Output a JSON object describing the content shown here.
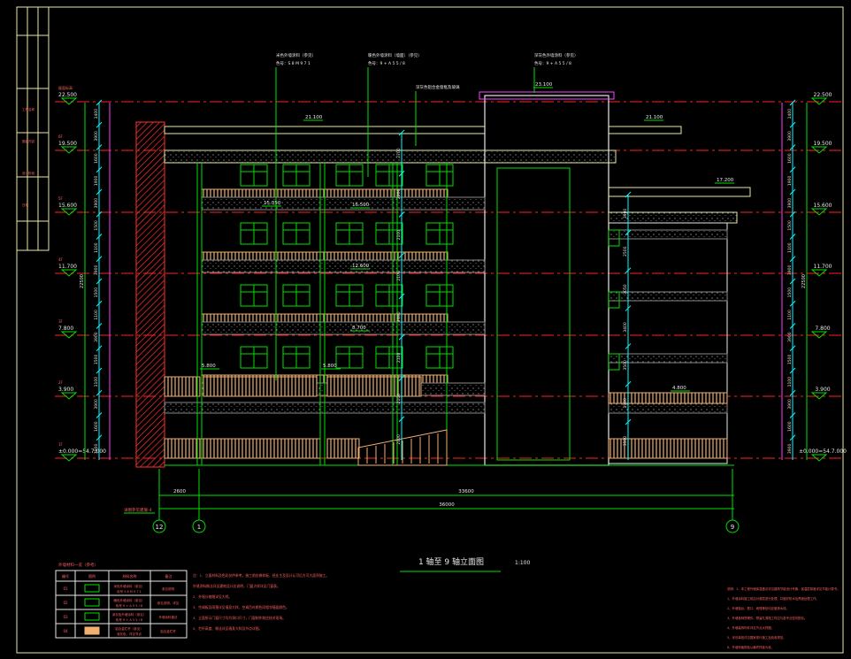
{
  "colors": {
    "background": "#000000",
    "border": "#e8e8a8",
    "wall": "#00e000",
    "level_line": "#ff2222",
    "dim": "#00ffff",
    "bay_line": "#ff4040",
    "magenta": "#ff40ff",
    "railing": "#f0b070",
    "facade": "#ffffff",
    "level_text": "#e8e8e8",
    "note_text": "#ff6060",
    "hatch": "#ff3030"
  },
  "levels": [
    {
      "label": "22.500",
      "tag": "屋面标高"
    },
    {
      "label": "19.500",
      "tag": "6F"
    },
    {
      "label": "15.600",
      "tag": "5F"
    },
    {
      "label": "11.700",
      "tag": "4F"
    },
    {
      "label": "7.800",
      "tag": "3F"
    },
    {
      "label": "3.900",
      "tag": "2F"
    },
    {
      "label": "±0.000=54.7.000",
      "tag": "1F"
    }
  ],
  "right_levels": [
    {
      "label": "22.500"
    },
    {
      "label": "19.500"
    },
    {
      "label": "15.600"
    },
    {
      "label": "11.700"
    },
    {
      "label": "7.800"
    },
    {
      "label": "3.900"
    },
    {
      "label": "±0.000=54.7.000"
    }
  ],
  "left_total": "22500",
  "right_total": "22500",
  "left_dims": [
    "1400",
    "3900",
    "1600",
    "1900",
    "3900",
    "1500",
    "1100",
    "3900",
    "1500",
    "1100",
    "3900",
    "1500",
    "1100",
    "3900",
    "1600",
    "3900"
  ],
  "right_dims": [
    "1400",
    "3900",
    "1600",
    "1900",
    "3900",
    "1500",
    "1100",
    "3900",
    "1500",
    "1100",
    "3900",
    "1500",
    "1100",
    "3900",
    "1600",
    "3900"
  ],
  "inner_dims": [
    "2700",
    "2200",
    "2100",
    "2100",
    "2100",
    "2100",
    "2100",
    "2100"
  ],
  "inner_dims_right": [
    "3900",
    "2500",
    "3050",
    "3400",
    "3500",
    "1900",
    "3500"
  ],
  "elevations": [
    {
      "label": "23.100"
    },
    {
      "label": "21.100"
    },
    {
      "label": "21.100"
    },
    {
      "label": "17.200"
    },
    {
      "label": "15.350"
    },
    {
      "label": "16.500"
    },
    {
      "label": "12.600"
    },
    {
      "label": "8.700"
    },
    {
      "label": "5.800"
    },
    {
      "label": "5.800"
    },
    {
      "label": "4.800"
    }
  ],
  "callouts": [
    {
      "line1": "米色外墙涂料（参见）",
      "line2": "色号：S 8 M 9 7 1"
    },
    {
      "line1": "暖色外墙涂料（墙面）（参见）",
      "line2": "色号：9 + A 5 5 / 8"
    },
    {
      "line1": "深灰色外墙涂料（参见）",
      "line2": "色号：9 + A 5 5 / 8"
    },
    {
      "line1": "深灰色铝合金窗框及玻璃"
    }
  ],
  "bottom_dims": [
    {
      "label": "2600"
    },
    {
      "label": "33600"
    },
    {
      "label": "36000"
    }
  ],
  "axes": [
    {
      "label": "12"
    },
    {
      "label": "1"
    },
    {
      "label": "9"
    }
  ],
  "axis_note": "详图参见建施-4",
  "drawing_title": "1 轴至 9 轴立面图",
  "scale": "1:100",
  "legend": {
    "title": "外墙材料一览（参考）",
    "headers": [
      "编号",
      "图例",
      "材料名称",
      "备注"
    ],
    "rows": [
      {
        "id": "01",
        "name": "米色外墙涂料（参见）",
        "sub": "色号 S 8 M 9 7 1",
        "note": "参见说明"
      },
      {
        "id": "02",
        "name": "暖色外墙涂料（参见）",
        "sub": "色号 9 + A 5 5 / 8",
        "note": "参见说明，详见"
      },
      {
        "id": "03",
        "name": "深灰色外墙涂料（参见）",
        "sub": "色号 9 + A 5 5 / 8",
        "note": "外墙涂料做法"
      },
      {
        "id": "04",
        "name": "铝合金栏杆（参见）",
        "sub": "深灰色，详见节点",
        "note": "铝合金栏杆"
      }
    ]
  },
  "notes_left": [
    "注：1、立面材料及色彩仅供参考，施工前应做样板，经业主及设计认可后方可大面积施工。",
    "    外墙涂料做法详见建筑设计总说明，门窗大样详见门窗表。",
    "    2、外墙分格缝详见大样。",
    "    3、空调板及雨篷详见墙身大样，空调百叶颜色同相邻墙面颜色。",
    "    4、立面所示门窗尺寸均为洞口尺寸，门窗制作前应核对现场。",
    "    5、栏杆高度、做法详见墙身大样及节点详图。"
  ],
  "notes_right": [
    "说明：1、本工程外墙保温做法详见建筑节能设计专篇，保温层厚度详见节能计算书。",
    "    1、外墙涂料施工前应对基层进行处理，并做好防水及界面处理工作。",
    "    2、外墙窗台、檐口、雨篷等处均应做滴水线。",
    "    3、外墙各种预埋件、预留孔洞施工时应与各专业密切配合。",
    "    4、外墙装饰构件详见节点大样图。",
    "    5、未尽事宜详见国家现行施工及验收规范。",
    "    6、外墙饰面颜色以最终样板为准。"
  ],
  "title_block": [
    {
      "label": "工程名称"
    },
    {
      "label": "图纸内容"
    },
    {
      "label": "设计阶段"
    },
    {
      "label": "日期"
    }
  ]
}
